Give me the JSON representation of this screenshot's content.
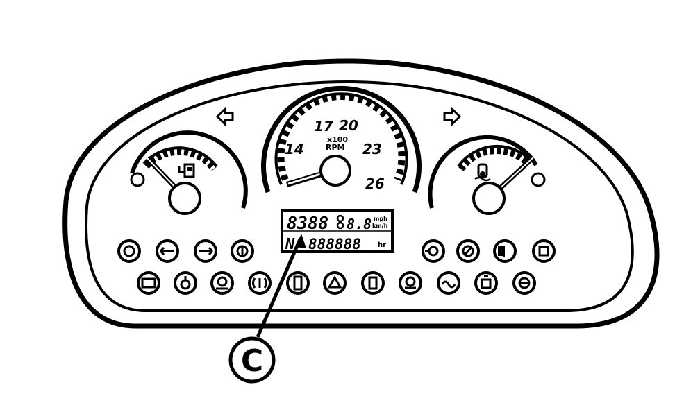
{
  "tachometer": {
    "labels": [
      "14",
      "17",
      "20",
      "23",
      "26"
    ],
    "unit_top": "x100",
    "unit_bottom": "RPM"
  },
  "lcd": {
    "top_digits": "8388",
    "top_small_digits": "8.8",
    "top_units": [
      "mph",
      "km/h"
    ],
    "bottom_digits": "888888",
    "bottom_prefix": "N",
    "bottom_unit": "hr"
  },
  "callout": {
    "label": "C"
  }
}
